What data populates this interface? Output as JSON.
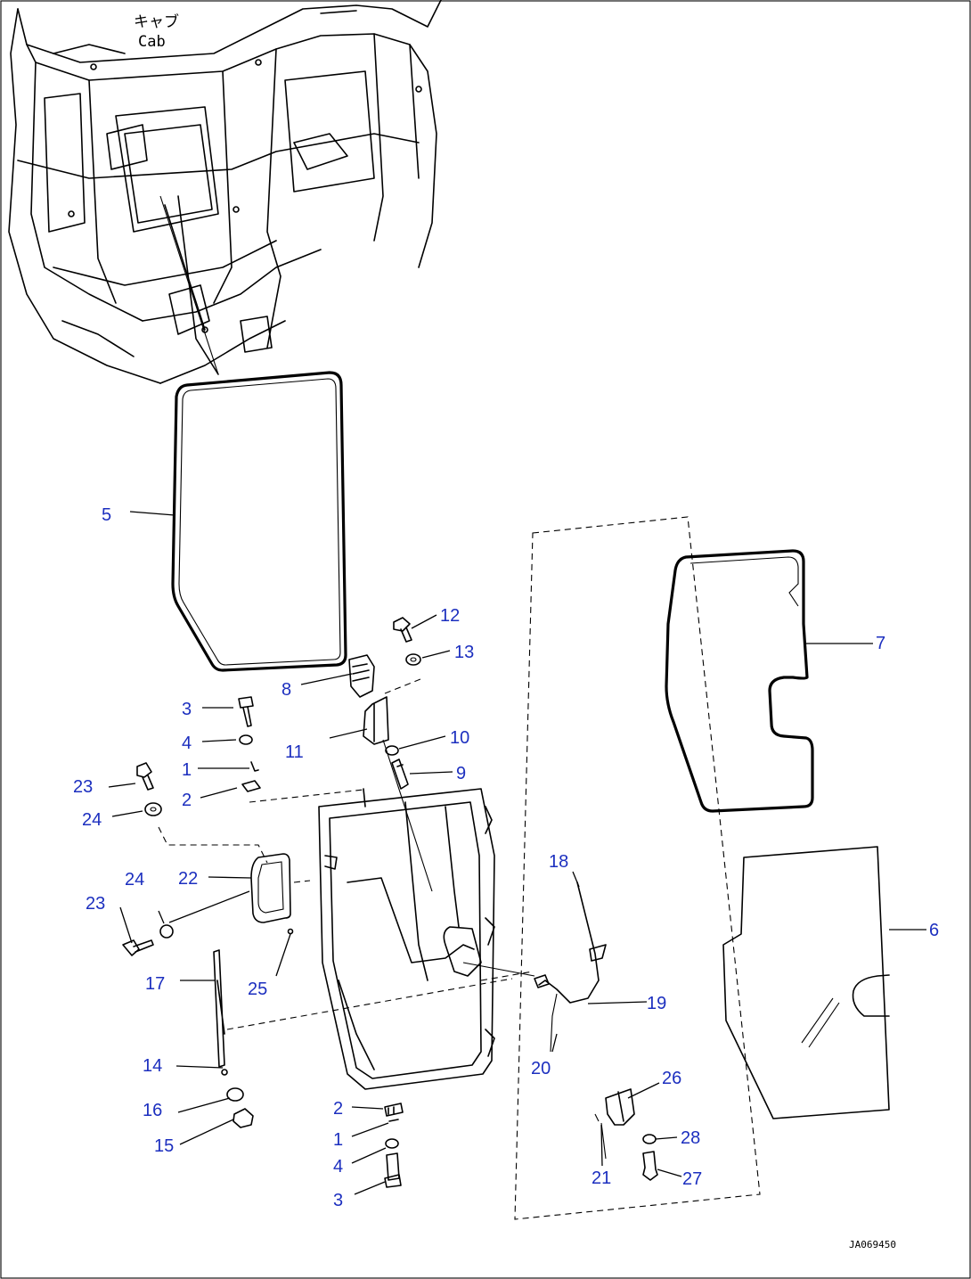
{
  "diagram": {
    "cab_label_jp": "キャブ",
    "cab_label_en": "Cab",
    "drawing_code": "JA069450",
    "colors": {
      "callout": "#1c2fbf",
      "line": "#000000",
      "background": "#ffffff"
    }
  },
  "callouts": {
    "c1": "5",
    "c2": "7",
    "c3": "6",
    "c4": "12",
    "c5": "13",
    "c6": "8",
    "c7": "3",
    "c8": "4",
    "c9": "1",
    "c10": "2",
    "c11": "11",
    "c12": "10",
    "c13": "9",
    "c14": "23",
    "c15": "24",
    "c16": "22",
    "c17": "24",
    "c18": "23",
    "c19": "25",
    "c20": "17",
    "c21": "14",
    "c22": "16",
    "c23": "15",
    "c24": "18",
    "c25": "19",
    "c26": "20",
    "c27": "26",
    "c28": "28",
    "c29": "27",
    "c30": "21",
    "c31": "2",
    "c32": "1",
    "c33": "4",
    "c34": "3"
  }
}
